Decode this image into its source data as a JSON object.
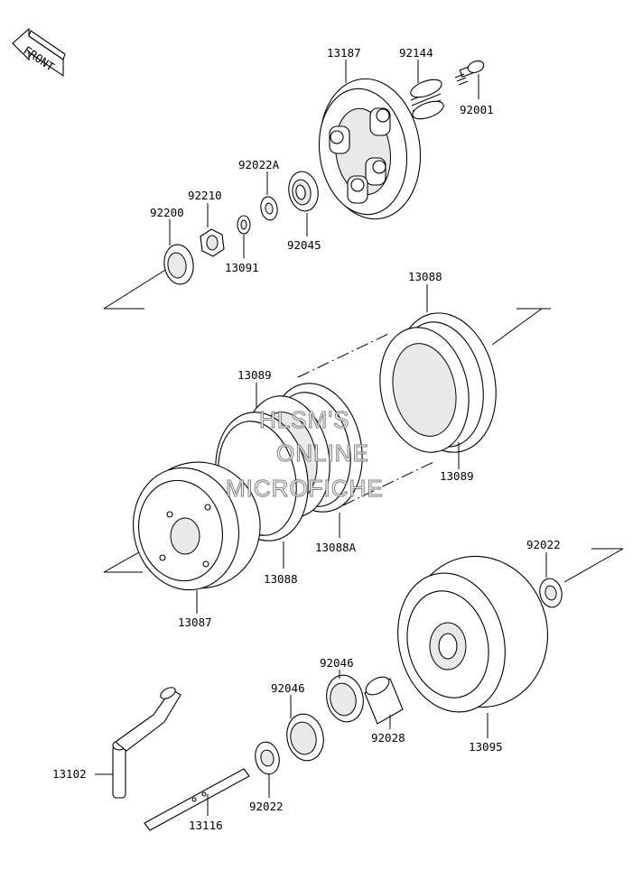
{
  "front_badge": "FRONT",
  "watermark": [
    "HLSM'S",
    "ONLINE",
    "MICROFICHE"
  ],
  "parts": {
    "p13187": "13187",
    "p92144": "92144",
    "p92001": "92001",
    "p92022A": "92022A",
    "p92210": "92210",
    "p92200": "92200",
    "p13091": "13091",
    "p92045": "92045",
    "p13088_top": "13088",
    "p13089_top": "13089",
    "p13089_right": "13089",
    "p13088A": "13088A",
    "p13088_bottom": "13088",
    "p13087": "13087",
    "p92022_right": "92022",
    "p92046_a": "92046",
    "p92046_b": "92046",
    "p92028": "92028",
    "p13095": "13095",
    "p13102": "13102",
    "p92022_bottom": "92022",
    "p13116": "13116"
  }
}
